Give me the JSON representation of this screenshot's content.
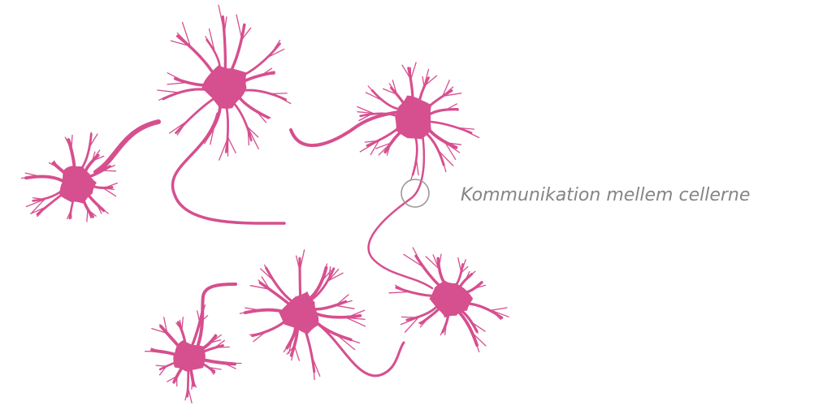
{
  "colors": {
    "neuron": "#d64f8e",
    "marker": "#9a9a9a",
    "caption": "#858585",
    "background": "#ffffff"
  },
  "caption": {
    "text": "Kommunikation mellem cellerne"
  },
  "neurons": [
    {
      "id": "neuron-left"
    },
    {
      "id": "neuron-top-center"
    },
    {
      "id": "neuron-top-right"
    },
    {
      "id": "neuron-right"
    },
    {
      "id": "neuron-bottom-center"
    },
    {
      "id": "neuron-bottom-left"
    }
  ]
}
